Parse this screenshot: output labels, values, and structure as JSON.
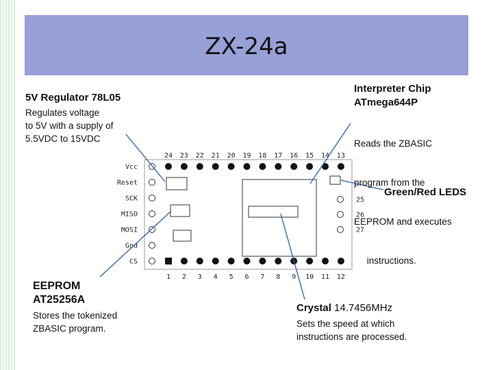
{
  "title": "ZX-24a",
  "annotations": {
    "regulator": {
      "heading": "5V Regulator 78L05",
      "lines": [
        "Regulates voltage",
        "to 5V with a supply of",
        "5.5VDC to 15VDC"
      ]
    },
    "interpreter": {
      "heading_lines": [
        "Interpreter Chip",
        "ATmega644P"
      ],
      "lines": [
        "Reads the ZBASIC",
        "program from the",
        "EEPROM and executes",
        "     instructions."
      ]
    },
    "leds": {
      "heading": "Green/Red LEDS"
    },
    "eeprom": {
      "heading_lines": [
        "EEPROM",
        "AT25256A"
      ],
      "lines": [
        "Stores the tokenized",
        "ZBASIC program."
      ]
    },
    "crystal": {
      "heading_bold": "Crystal",
      "heading_rest": " 14.7456MHz",
      "lines": [
        "Sets the speed at which",
        "instructions are processed."
      ]
    }
  },
  "board": {
    "left_pin_labels": [
      "Vcc",
      "Reset",
      "SCK",
      "MISO",
      "MOSI",
      "Gnd",
      "CS"
    ],
    "top_pin_numbers": [
      "24",
      "23",
      "22",
      "21",
      "20",
      "19",
      "18",
      "17",
      "16",
      "15",
      "14",
      "13"
    ],
    "bottom_pin_numbers": [
      "1",
      "2",
      "3",
      "4",
      "5",
      "6",
      "7",
      "8",
      "9",
      "10",
      "11",
      "12"
    ],
    "right_pin_numbers": [
      "25",
      "26",
      "27"
    ]
  }
}
